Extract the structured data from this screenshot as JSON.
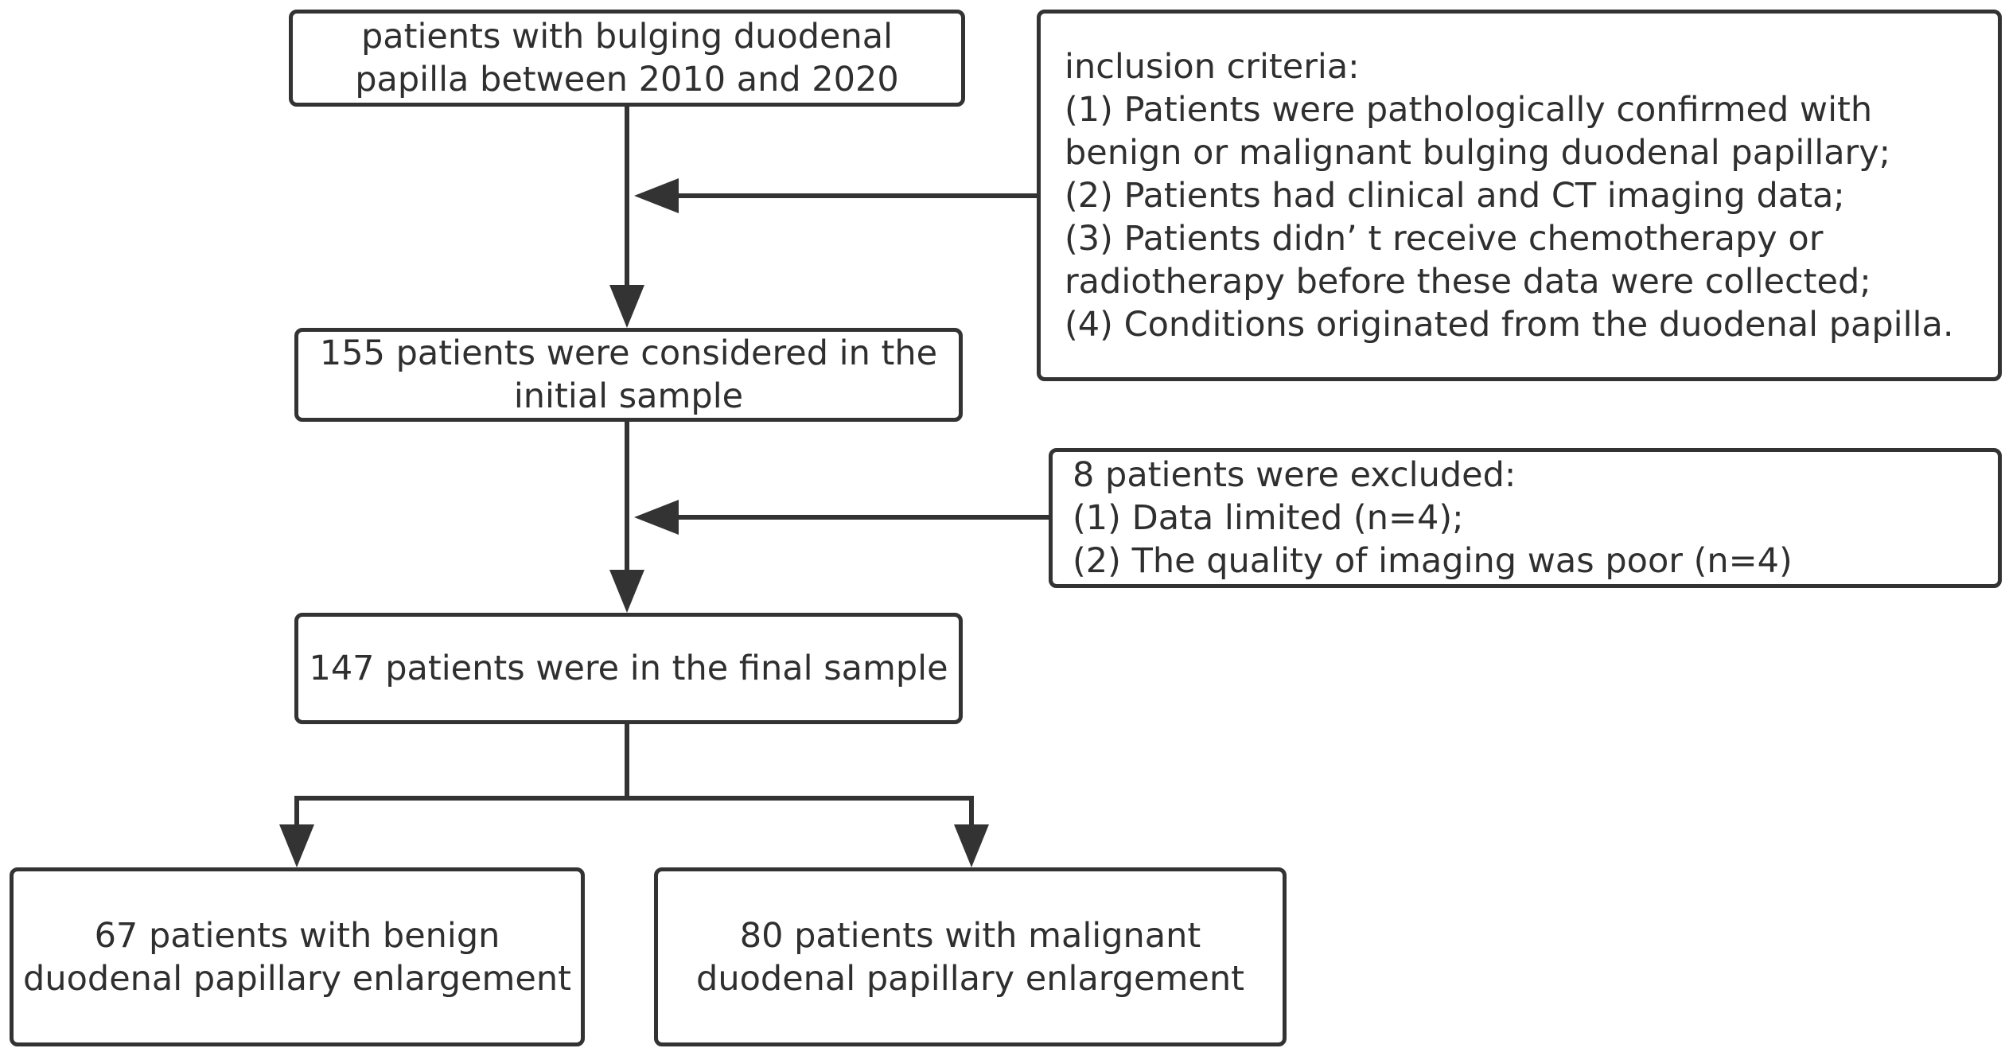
{
  "flow": {
    "start_box": {
      "lines": [
        "patients with bulging duodenal",
        "papilla between 2010 and 2020"
      ]
    },
    "inclusion_box": {
      "lines": [
        "inclusion criteria:",
        "(1) Patients were pathologically confirmed with",
        "benign or malignant bulging duodenal papillary;",
        "(2) Patients had clinical and CT imaging data;",
        "(3) Patients didn’ t receive chemotherapy or",
        "radiotherapy before these data were collected;",
        "(4) Conditions originated from the duodenal papilla."
      ]
    },
    "initial_box": {
      "lines": [
        "155 patients were considered in the",
        "initial sample"
      ]
    },
    "exclusion_box": {
      "lines": [
        "8 patients were excluded:",
        "(1) Data limited (n=4);",
        "(2) The quality of imaging was poor (n=4)"
      ]
    },
    "final_box": {
      "lines": [
        "147 patients were in the final sample"
      ]
    },
    "benign_box": {
      "lines": [
        "67 patients with benign",
        "duodenal papillary enlargement"
      ]
    },
    "malignant_box": {
      "lines": [
        "80 patients with malignant",
        "duodenal papillary enlargement"
      ]
    }
  },
  "colors": {
    "stroke": "#333333",
    "text": "#2f2f2f",
    "background": "#ffffff"
  }
}
